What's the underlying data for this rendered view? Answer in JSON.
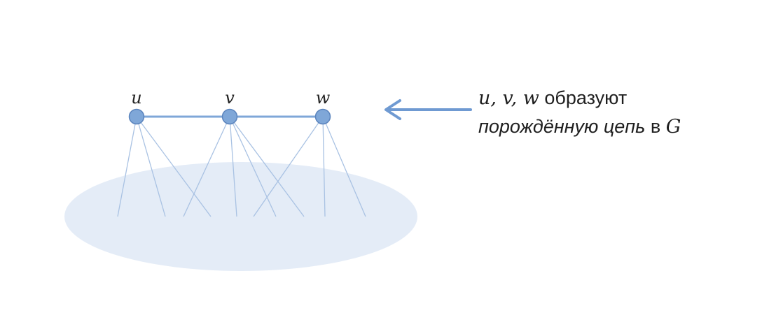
{
  "vertices": [
    {
      "label": "u"
    },
    {
      "label": "v"
    },
    {
      "label": "w"
    }
  ],
  "annotation": {
    "line1_math": "u, v, w",
    "line1_text": " образуют",
    "line2_italic": "порождённую цепь",
    "line2_plain": " в ",
    "line2_math": "G"
  },
  "colors": {
    "vertex_fill": "#7fa7d8",
    "vertex_stroke": "#5b84bd",
    "path_edge": "#7fa7d8",
    "fan_edge": "#a9c2e3",
    "region_fill": "#e4ecf7",
    "arrow": "#6f9ad2"
  }
}
